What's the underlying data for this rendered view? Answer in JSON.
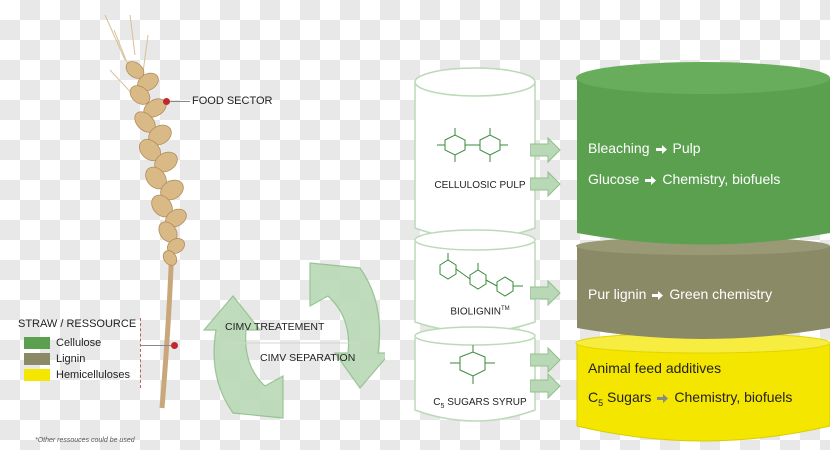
{
  "food_sector": "FOOD SECTOR",
  "legend": {
    "title": "STRAW / RESSOURCE",
    "items": [
      {
        "label": "Cellulose",
        "color": "#5aa04f"
      },
      {
        "label": "Lignin",
        "color": "#8b8a66"
      },
      {
        "label": "Hemicelluloses",
        "color": "#f5e600"
      }
    ]
  },
  "footnote": "*Other ressouces could be used",
  "cycle": {
    "treatment": "CIMV TREATEMENT",
    "separation": "CIMV SEPARATION"
  },
  "cylinders": {
    "pulp": "CELLULOSIC PULP",
    "biolignin": "BIOLIGNIN",
    "biolignin_tm": "TM",
    "syrup_c": "C",
    "syrup_sub": "5",
    "syrup_rest": "SUGARS SYRUP"
  },
  "outputs": {
    "green": [
      {
        "left": "Bleaching",
        "right": "Pulp"
      },
      {
        "left": "Glucose",
        "right": "Chemistry, biofuels"
      }
    ],
    "olive": [
      {
        "left": "Pur lignin",
        "right": "Green chemistry"
      }
    ],
    "yellow_line1": "Animal feed additives",
    "yellow_line2": {
      "c": "C",
      "sub": "5",
      "left_rest": "Sugars",
      "right": "Chemistry, biofuels"
    }
  },
  "colors": {
    "green": "#5aa04f",
    "olive": "#8b8a66",
    "yellow": "#f5e600",
    "arrow": "#b9d9b6",
    "arrow_stroke": "#8fbf8a"
  }
}
